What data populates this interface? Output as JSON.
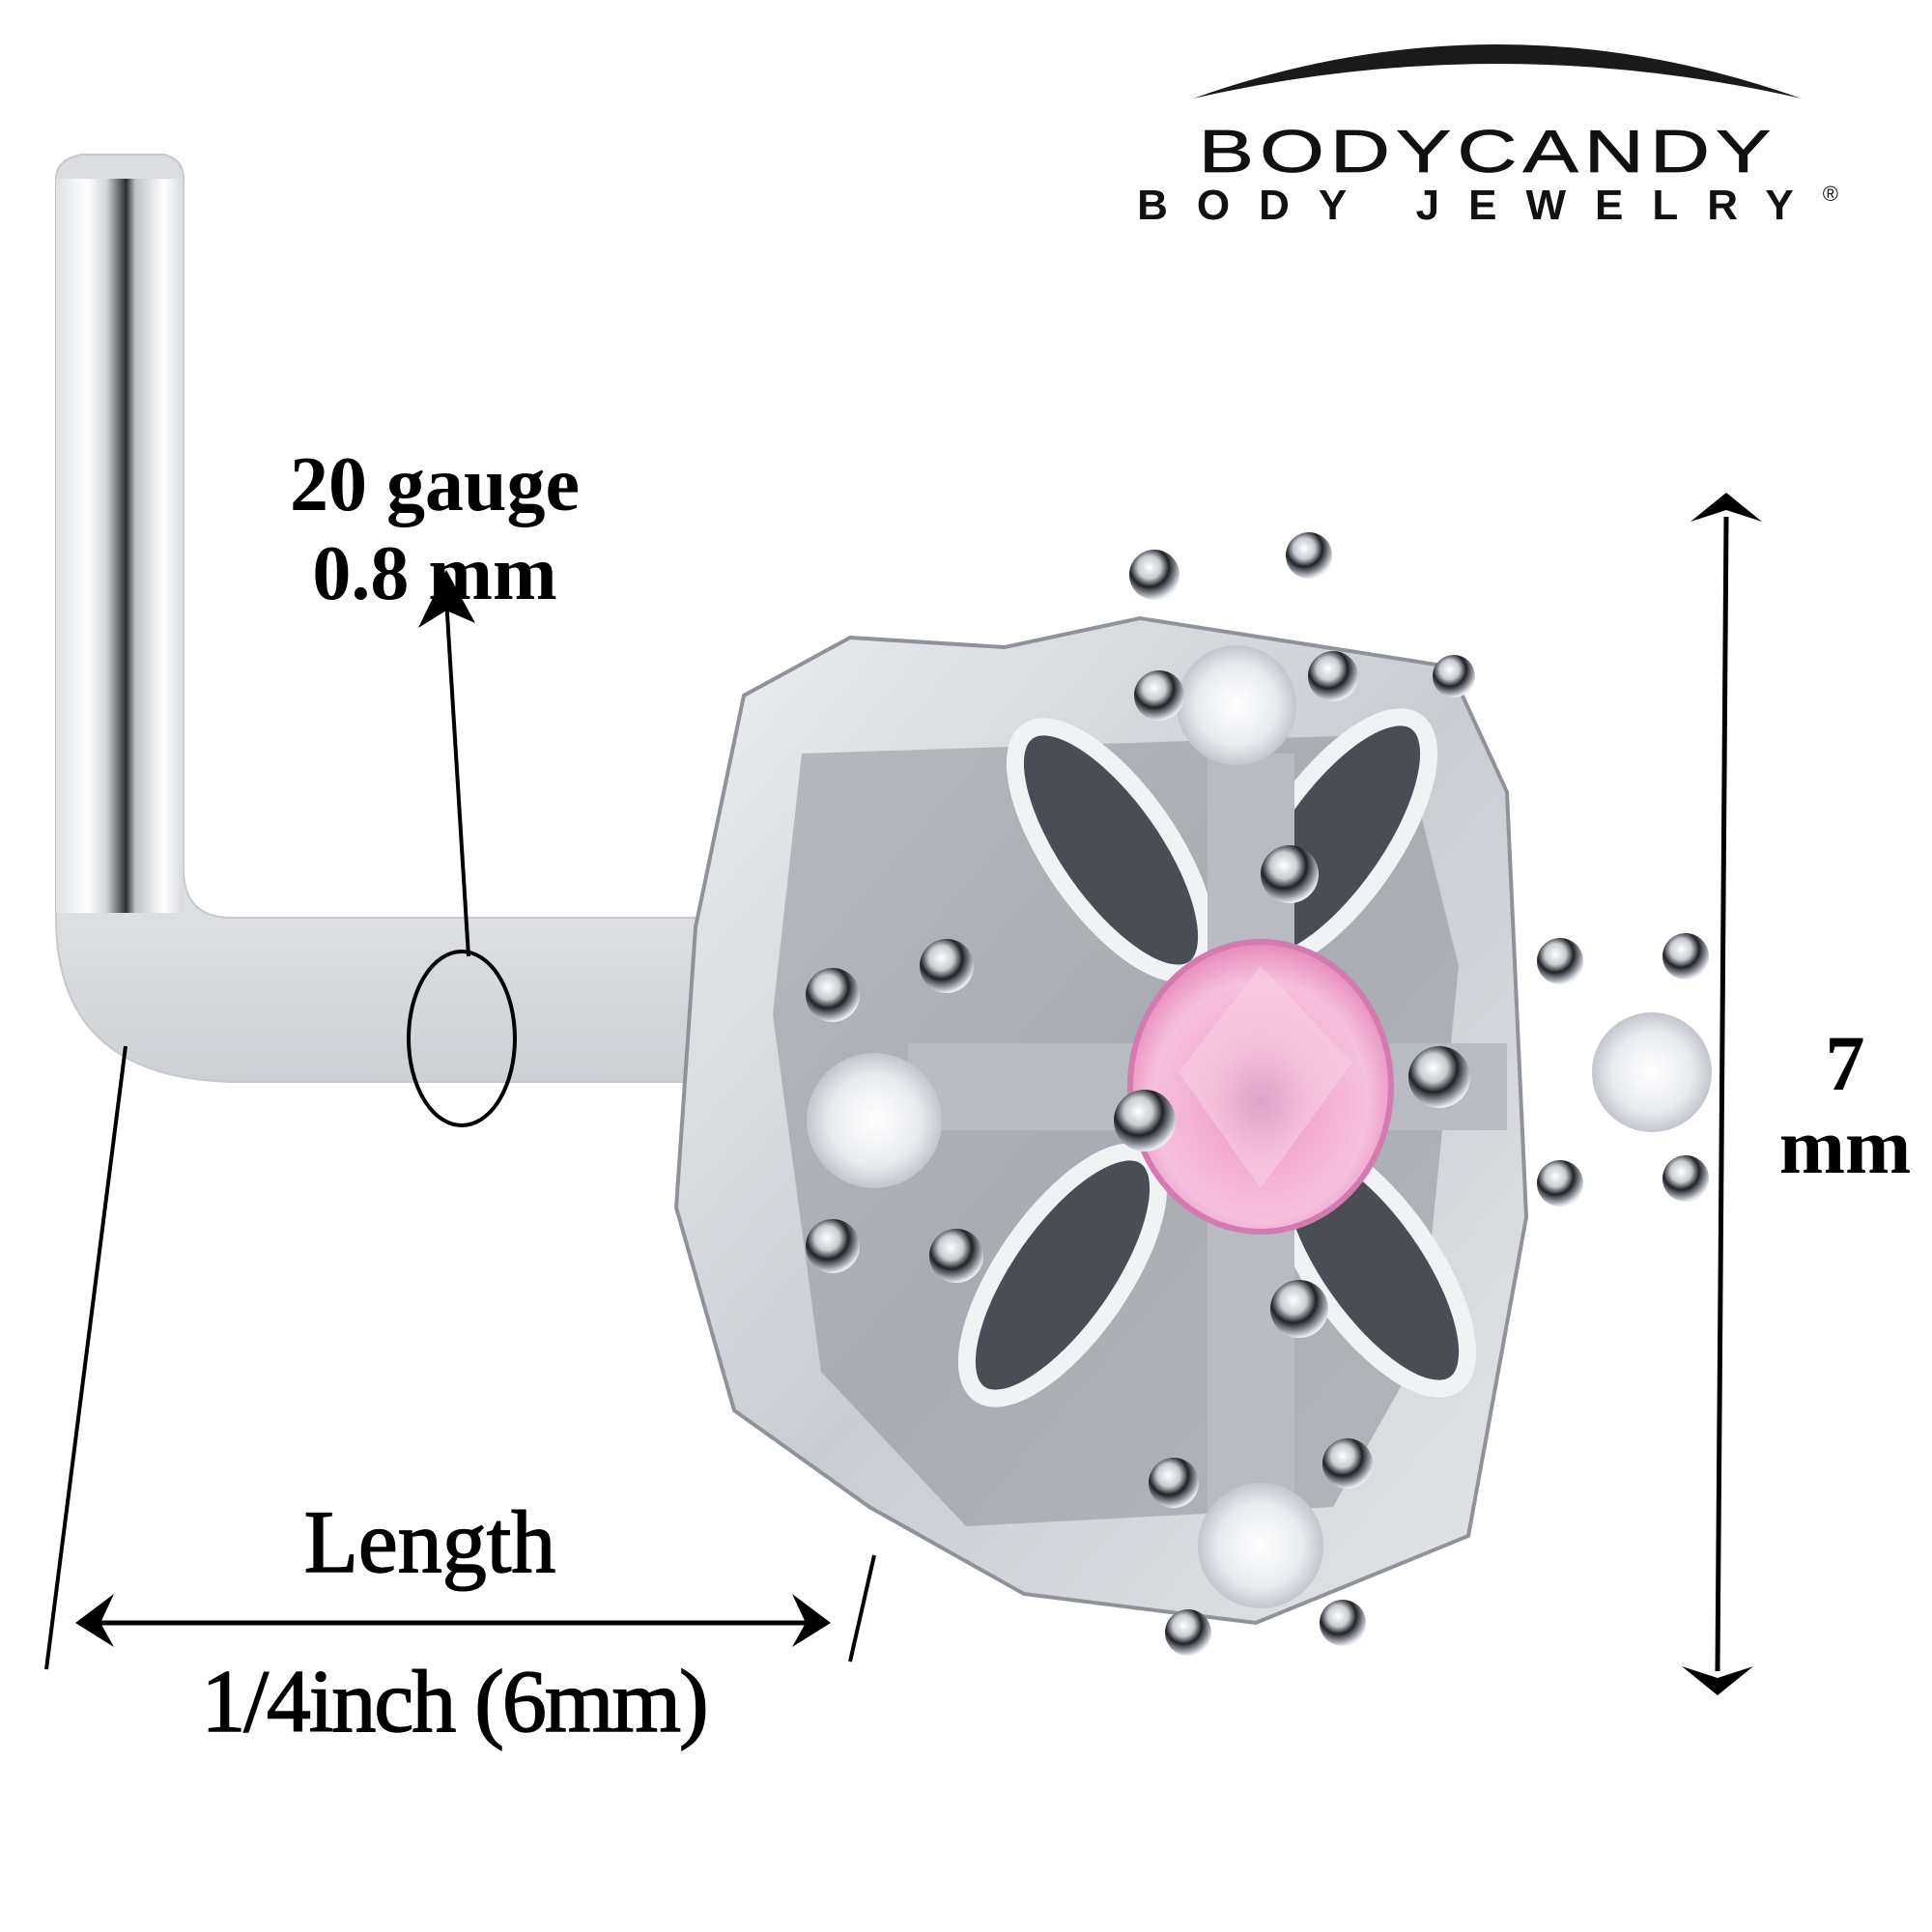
{
  "brand": {
    "name": "BODYCANDY",
    "tagline": "BODY JEWELRY",
    "registered_mark": "®"
  },
  "product": {
    "type": "L-shaped nose stud",
    "gem_center_color": "#f2a3c9",
    "gem_side_color": "#eef0f4",
    "metal_color": "#c9ccd1"
  },
  "annotations": {
    "gauge": {
      "line1": "20 gauge",
      "line2": "0.8 mm"
    },
    "height": {
      "value": "7",
      "unit": "mm"
    },
    "length": {
      "title": "Length",
      "value": "1/4inch (6mm)"
    }
  },
  "colors": {
    "text": "#000000",
    "background": "#ffffff",
    "pink_gem": "#f2a3c9",
    "pink_gem_dark": "#c2569a",
    "metal_light": "#e6e8eb",
    "metal_dark": "#3a3d42"
  }
}
